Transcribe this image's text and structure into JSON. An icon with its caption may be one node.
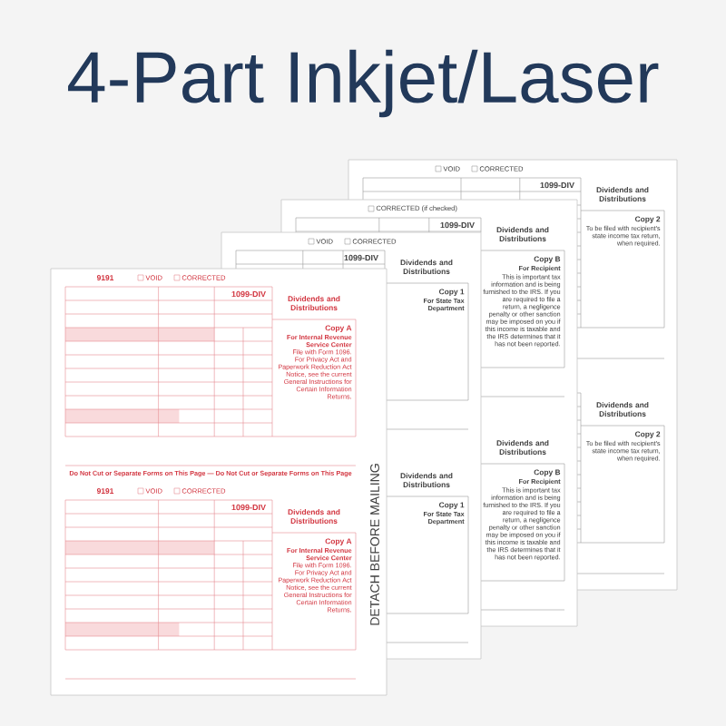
{
  "diagram": {
    "title": "4-Part Inkjet/Laser",
    "labels": [
      "VOID",
      "CORRECTED",
      "1099-DIV",
      "Dividends and Distributions",
      "Copy 2",
      "To be filed with recipient's state income tax return, when required.",
      "Dividends and Distributions",
      "Copy 2",
      "To be filed with recipient's state income tax return, when required.",
      "CORRECTED (if checked)",
      "1099-DIV",
      "Dividends and Distributions",
      "Copy B",
      "For Recipient",
      "This is important tax information and is being furnished to the IRS. If you are required to file a return, a negligence penalty or other sanction may be imposed on you if this income is taxable and the IRS determines that it has not been reported.",
      "Dividends and Distributions",
      "Copy B",
      "For Recipient",
      "This is important tax information and is being furnished to the IRS. If you are required to file a return, a negligence penalty or other sanction may be imposed on you if this income is taxable and the IRS determines that it has not been reported.",
      "VOID",
      "CORRECTED",
      "1099-DIV",
      "Dividends and Distributions",
      "Copy 1",
      "For State Tax Department",
      "Dividends and Distributions",
      "Copy 1",
      "For State Tax Department",
      "9191",
      "VOID",
      "CORRECTED",
      "1099-DIV",
      "Dividends and Distributions",
      "Copy A",
      "For Internal Revenue Service Center",
      "File with Form 1096.",
      "For Privacy Act and Paperwork Reduction Act Notice, see the current General Instructions for Certain Information Returns.",
      "Do Not Cut or Separate Forms on This Page — Do Not Cut or Separate Forms on This Page",
      "9191",
      "VOID",
      "CORRECTED",
      "1099-DIV",
      "Dividends and Distributions",
      "Copy A",
      "For Internal Revenue Service Center",
      "File with Form 1096.",
      "For Privacy Act and Paperwork Reduction Act Notice, see the current General Instructions for Certain Information Returns.",
      "DETACH BEFORE MAILING"
    ]
  }
}
